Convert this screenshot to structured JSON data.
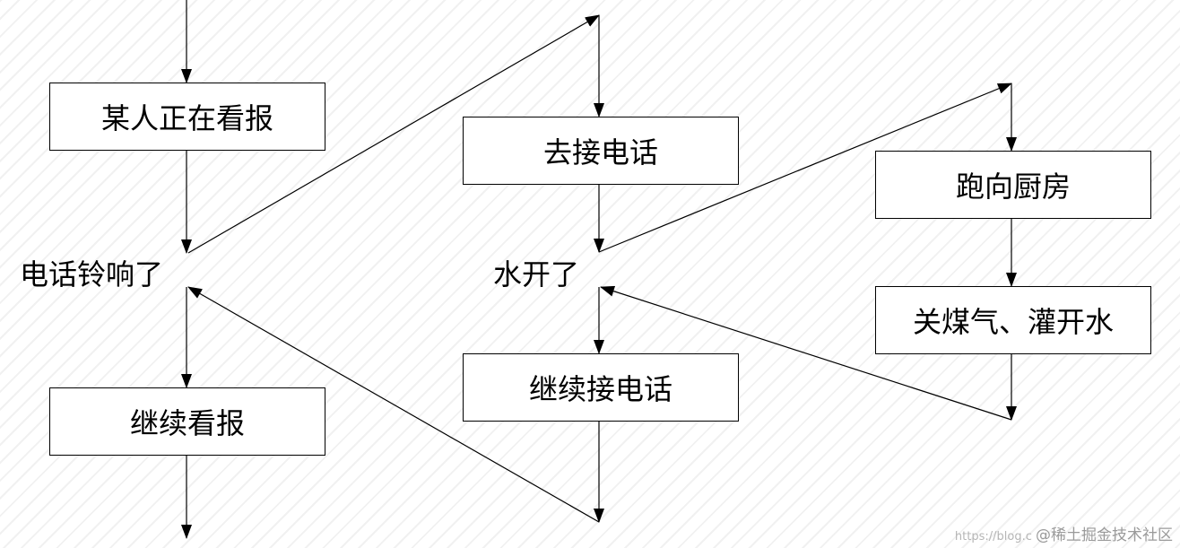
{
  "flow": {
    "boxes": {
      "reading": "某人正在看报",
      "answer_phone": "去接电话",
      "run_kitchen": "跑向厨房",
      "turn_off_gas": "关煤气、灌开水",
      "continue_reading": "继续看报",
      "continue_phone": "继续接电话"
    },
    "events": {
      "phone_rings": "电话铃响了",
      "water_boils": "水开了"
    }
  },
  "watermark": {
    "url": "https://blog.c",
    "brand": "@稀土掘金技术社区"
  }
}
